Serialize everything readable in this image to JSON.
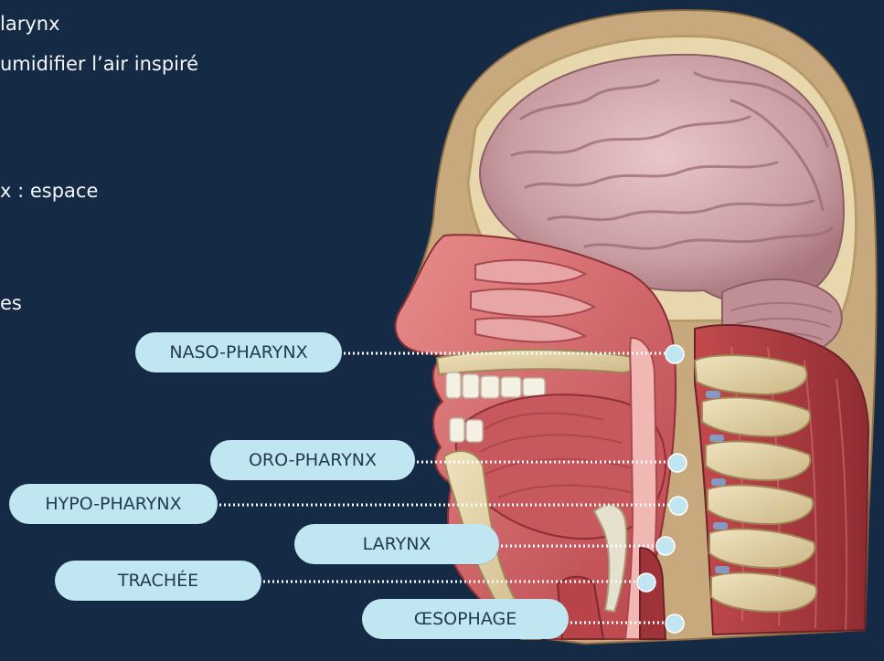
{
  "slide_text": {
    "line1": "larynx",
    "line2": "umidifier l’air inspiré",
    "line3": "x : espace",
    "line4": "es"
  },
  "labels": {
    "naso_pharynx": "NASO-PHARYNX",
    "oro_pharynx": "ORO-PHARYNX",
    "hypo_pharynx": "HYPO-PHARYNX",
    "larynx": "LARYNX",
    "trachee": "TRACHÉE",
    "oesophage": "ŒSOPHAGE"
  },
  "colors": {
    "background": "#152a44",
    "label_fill": "#bfe6f1",
    "label_text": "#233a50",
    "marker": "#bfe6f1",
    "leader_line": "#ffffff"
  }
}
